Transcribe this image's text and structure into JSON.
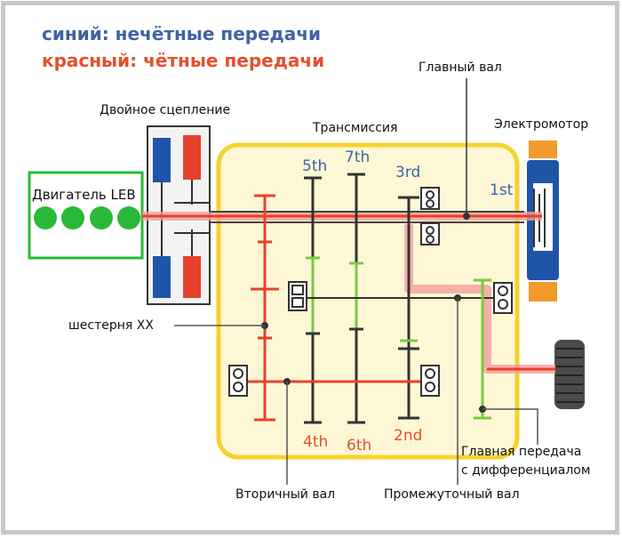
{
  "legend": {
    "blue": "синий: нечётные передачи",
    "red": "красный: чётные передачи"
  },
  "labels": {
    "main_shaft": "Главный вал",
    "dual_clutch": "Двойное сцепление",
    "transmission": "Трансмиссия",
    "electric_motor": "Электромотор",
    "engine": "Двигатель LEB",
    "idler_gear": "шестерня XX",
    "final_drive_line1": "Главная передача",
    "final_drive_line2": "с дифференциалом",
    "secondary_shaft": "Вторичный вал",
    "intermediate_shaft": "Промежуточный вал"
  },
  "gears": {
    "g5": "5th",
    "g7": "7th",
    "g3": "3rd",
    "g1": "1st",
    "g4": "4th",
    "g6": "6th",
    "g2": "2nd"
  },
  "colors": {
    "odd": "#3f63a6",
    "even": "#e4502c",
    "shaft_red": "#e8412a",
    "shaft_green": "#7ac943",
    "engine_green": "#29b837",
    "box_yellow": "#f7d12c",
    "box_fill": "#fdf7d6",
    "clutch_blue": "#1f55a7",
    "clutch_red": "#e8412a",
    "motor_orange": "#f39a2d"
  }
}
